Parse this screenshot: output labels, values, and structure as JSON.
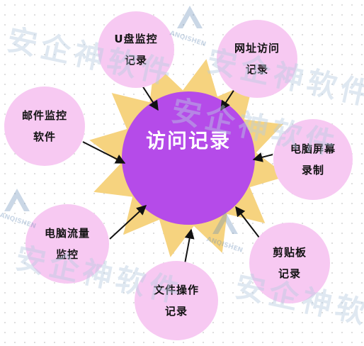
{
  "center": {
    "label": "访问记录"
  },
  "nodes": [
    {
      "label": "U盘监控\n记录"
    },
    {
      "label": "网址访问\n记录"
    },
    {
      "label": "邮件监控\n软件"
    },
    {
      "label": "电脑屏幕\n录制"
    },
    {
      "label": "电脑流量\n监控"
    },
    {
      "label": "剪贴板\n记录"
    },
    {
      "label": "文件操作\n记录"
    }
  ],
  "watermark": {
    "text": "安企神软件",
    "logo_text": "ANQISHEN"
  },
  "colors": {
    "node_fill": "#f7c9f2",
    "center_fill": "#b54be9",
    "sun_fill": "#f6d37f",
    "arrow": "#111111",
    "background": "#ffffff"
  }
}
